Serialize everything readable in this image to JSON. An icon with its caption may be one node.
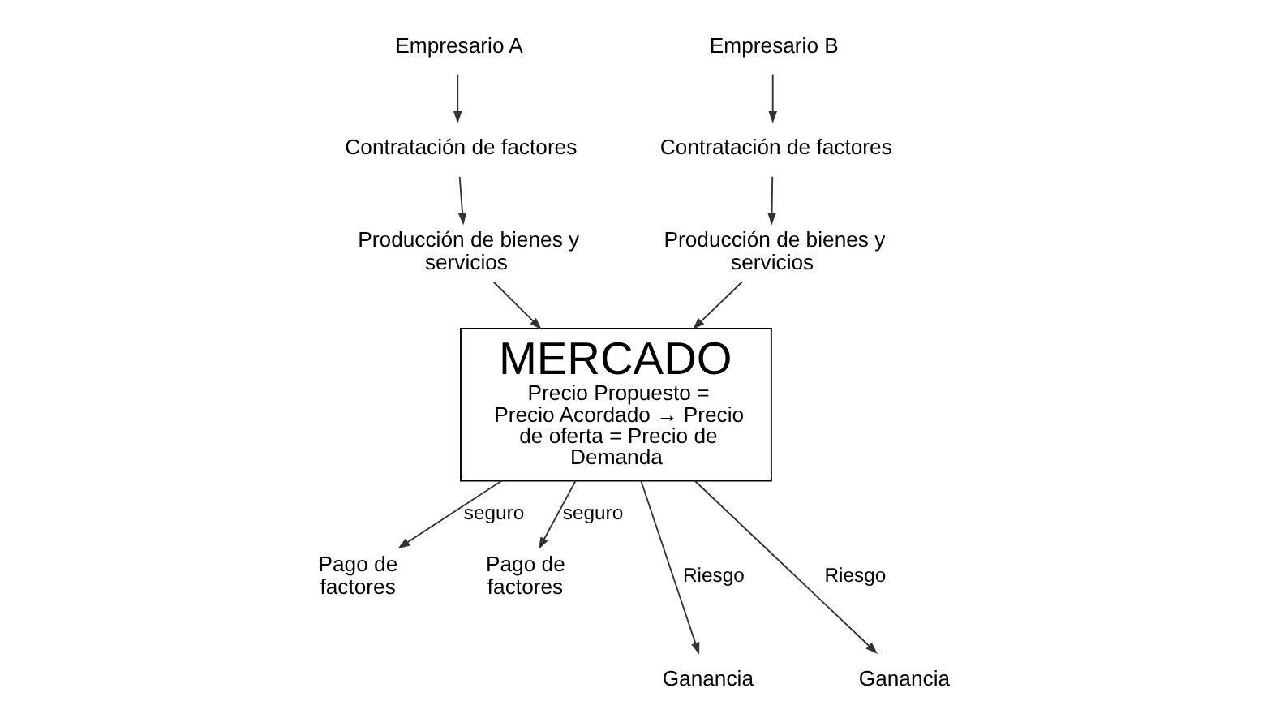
{
  "diagram": {
    "nodes": [
      {
        "text": [
          "Empresario A"
        ]
      },
      {
        "text": [
          "Empresario B"
        ]
      },
      {
        "text": [
          "Contratación de factores"
        ]
      },
      {
        "text": [
          "Contratación de factores"
        ]
      },
      {
        "text": [
          "Producción de bienes y servicios"
        ]
      },
      {
        "text": [
          "Producción de bienes y servicios"
        ]
      },
      {
        "text": [
          "MERCADO",
          "Precio Propuesto = Precio Acordado → Precio de oferta = Precio de Demanda"
        ]
      },
      {
        "text": [
          "Pago de factores"
        ]
      },
      {
        "text": [
          "Pago de factores"
        ]
      },
      {
        "text": [
          "Ganancia"
        ]
      },
      {
        "text": [
          "Ganancia"
        ]
      }
    ],
    "edges": [
      {
        "from": 0,
        "to": 2,
        "arrow": "to"
      },
      {
        "from": 1,
        "to": 3,
        "arrow": "to"
      },
      {
        "from": 2,
        "to": 4,
        "arrow": "to"
      },
      {
        "from": 3,
        "to": 5,
        "arrow": "to"
      },
      {
        "from": 4,
        "to": 6,
        "arrow": "to"
      },
      {
        "from": 5,
        "to": 6,
        "arrow": "to"
      },
      {
        "from": 6,
        "to": 7,
        "arrow": "to",
        "label": "seguro"
      },
      {
        "from": 6,
        "to": 9,
        "arrow": "to",
        "label": "Riesgo"
      },
      {
        "from": 6,
        "to": 8,
        "arrow": "to",
        "label": "seguro"
      },
      {
        "from": 6,
        "to": 10,
        "arrow": "to",
        "label": "Riesgo"
      }
    ]
  }
}
